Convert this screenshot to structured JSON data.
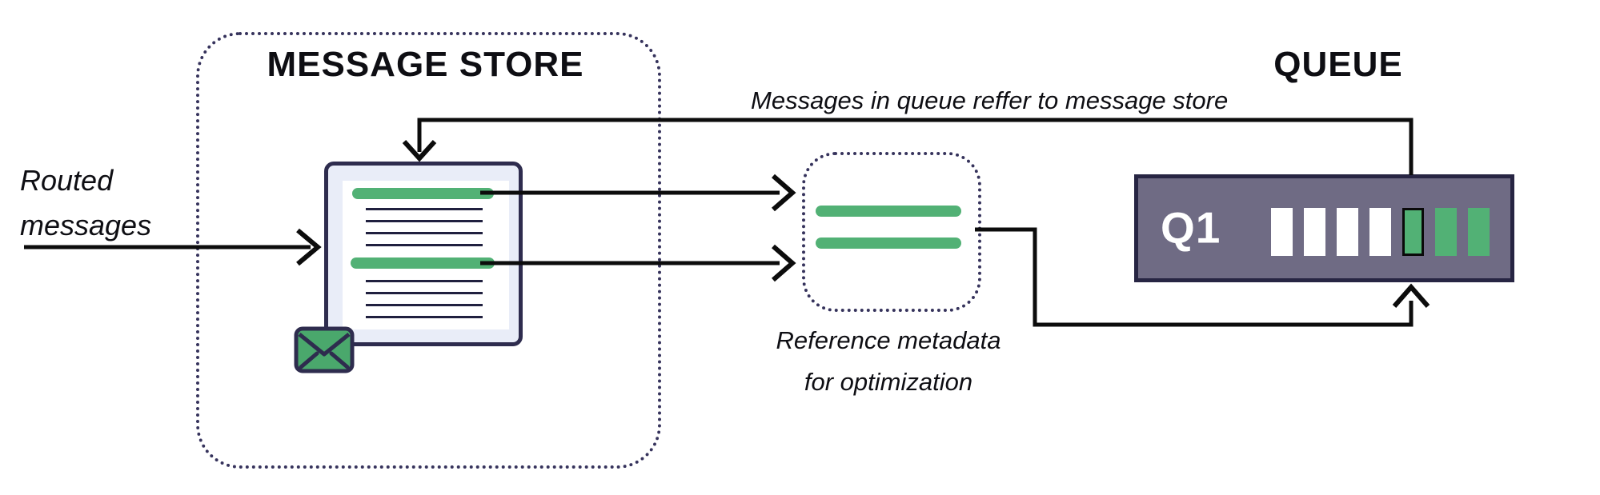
{
  "message_store": {
    "title": "MESSAGE STORE"
  },
  "queue": {
    "title": "QUEUE",
    "name": "Q1",
    "slots": [
      "empty",
      "empty",
      "empty",
      "empty",
      "highlighted",
      "filled",
      "filled"
    ]
  },
  "labels": {
    "routed": [
      "Routed",
      "messages"
    ],
    "queue_ref": "Messages in queue reffer to message store",
    "ref_meta": [
      "Reference metadata",
      "for optimization"
    ]
  },
  "icons": {
    "document": "document-icon",
    "envelope": "envelope-icon",
    "metadata": "metadata-reference-icon"
  },
  "colors": {
    "navy": "#2e2c4e",
    "dotted-border": "#36335c",
    "green": "#52b175",
    "envelope-green": "#4aa86c",
    "queue-fill": "#6f6b84",
    "doc-fill": "#e9edf8",
    "line": "#0c0c0c",
    "ink": "#0e0e13"
  }
}
